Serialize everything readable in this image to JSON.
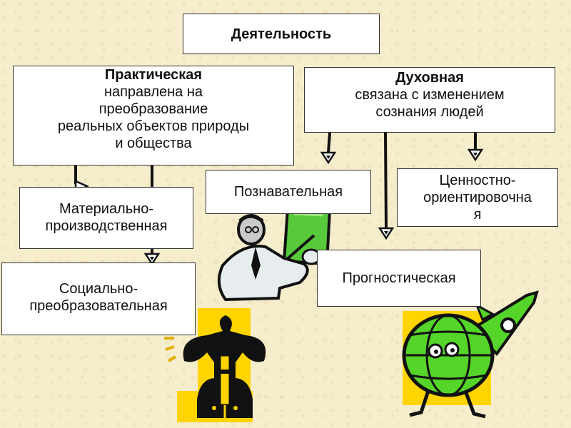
{
  "title": "Деятельность",
  "practical": {
    "heading": "Практическая",
    "lines": [
      "направлена на",
      "преобразование",
      "реальных объектов природы",
      "и общества"
    ]
  },
  "spiritual": {
    "heading": "Духовная",
    "lines": [
      "связана с изменением",
      "сознания людей"
    ]
  },
  "kinds": {
    "material": [
      "Материально-",
      "производственная"
    ],
    "social": [
      "Социально-",
      "преобразовательная"
    ],
    "cognitive": "Познавательная",
    "value": [
      "Ценностно-",
      "ориентировочна",
      "я"
    ],
    "prognostic": "Прогностическая"
  },
  "colors": {
    "accent_green": "#55d42a",
    "accent_yellow": "#ffd400",
    "background": "#f6edcc"
  },
  "icons": [
    "teacher-clipart-icon",
    "worker-jackhammer-icon",
    "globe-rocket-icon"
  ]
}
